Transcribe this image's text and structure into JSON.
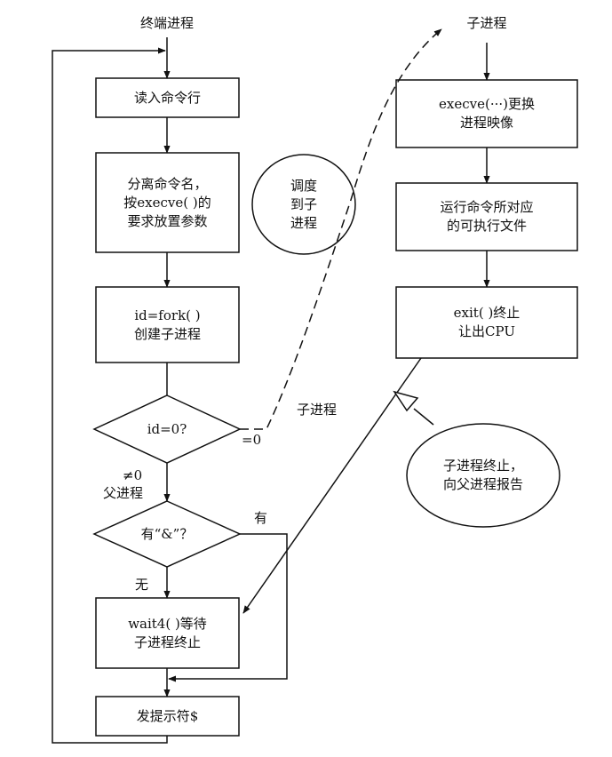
{
  "parent": {
    "title": "终端进程",
    "read": "读入命令行",
    "separate": [
      "分离命令名，",
      "按execve( )的",
      "要求放置参数"
    ],
    "fork": [
      "id=fork( )",
      "创建子进程"
    ],
    "decision_id": "id=0?",
    "not_zero": "≠0",
    "parent_proc": "父进程",
    "decision_bg": "有“&”？",
    "yes": "有",
    "no": "无",
    "wait": [
      "wait4( )等待",
      "子进程终止"
    ],
    "prompt": "发提示符$"
  },
  "child": {
    "title": "子进程",
    "execve": [
      "execve(···)更换",
      "进程映像"
    ],
    "run": [
      "运行命令所对应",
      "的可执行文件"
    ],
    "exit": [
      "exit( )终止",
      "让出CPU"
    ]
  },
  "annotations": {
    "eq_zero": "=0",
    "child_label": "子进程",
    "schedule": [
      "调度",
      "到子",
      "进程"
    ],
    "report": [
      "子进程终止，",
      "向父进程报告"
    ]
  }
}
